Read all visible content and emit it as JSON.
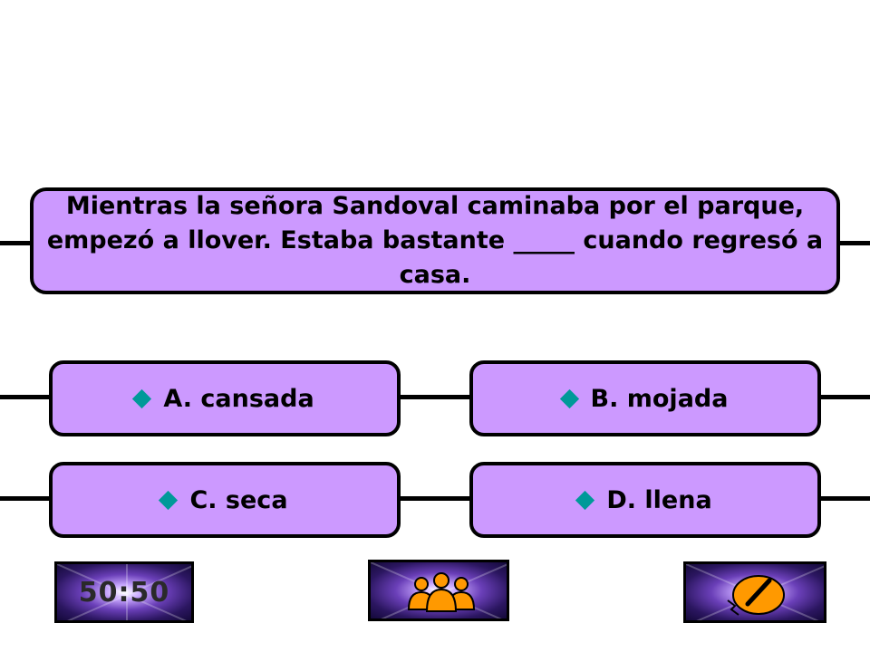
{
  "question": {
    "text": "Mientras la señora Sandoval caminaba por el parque, empezó a llover.  Estaba bastante _____ cuando regresó a casa."
  },
  "answers": [
    {
      "label": "A. cansada"
    },
    {
      "label": "B. mojada"
    },
    {
      "label": "C. seca"
    },
    {
      "label": "D. llena"
    }
  ],
  "lifelines": {
    "fifty_fifty": {
      "label": "50:50",
      "icon": "fifty-fifty-icon"
    },
    "ask_audience": {
      "icon": "audience-icon"
    },
    "phone_friend": {
      "icon": "phone-icon"
    }
  },
  "colors": {
    "panel": "#cc99ff",
    "diamond": "#009999",
    "lifeline_icon": "#ff9900"
  }
}
